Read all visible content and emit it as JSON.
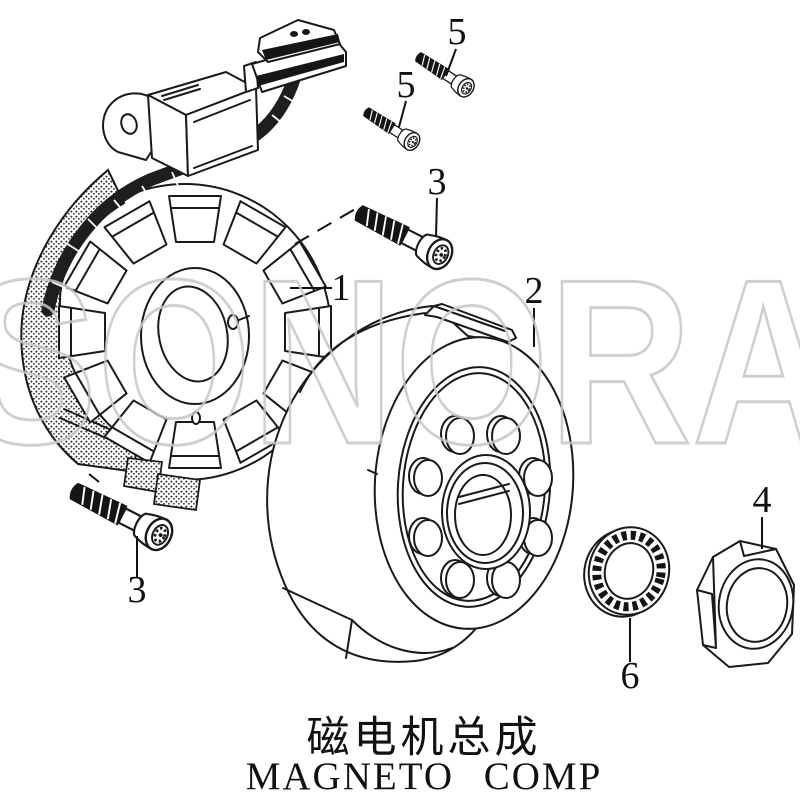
{
  "diagram": {
    "watermark": {
      "text": "SONORA",
      "color": "#c7c7c7"
    },
    "title": {
      "zh": "磁电机总成",
      "en": "MAGNETO COMP"
    },
    "callouts": {
      "stator": "1",
      "rotor": "2",
      "flange_bolt_upper": "3",
      "flange_bolt_lower": "3",
      "nut": "4",
      "socket_screw_top": "5",
      "socket_screw_mid": "5",
      "lock_washer": "6"
    },
    "colors": {
      "line": "#1a1a1a",
      "background": "#ffffff"
    }
  }
}
